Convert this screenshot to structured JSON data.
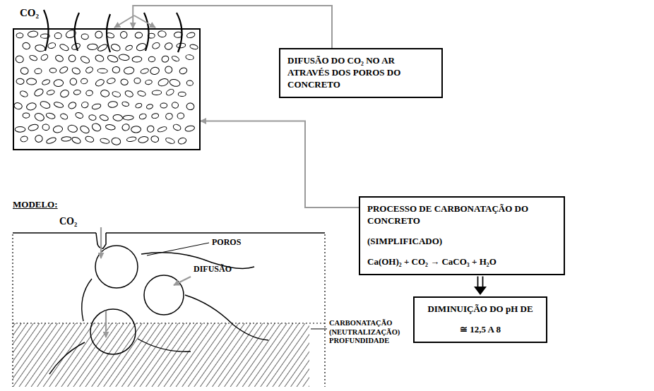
{
  "diagram": {
    "nodes": [
      {
        "text": [
          "CO₂"
        ]
      },
      {
        "text": [
          "DIFUSÃO DO CO₂ NO AR ATRAVÉS DOS POROS DO CONCRETO"
        ]
      },
      {
        "text": [
          "PROCESSO DE CARBONATAÇÃO DO CONCRETO",
          "(SIMPLIFICADO)",
          "Ca(OH)₂ + CO₂ → CaCO₃ + H₂O"
        ]
      },
      {
        "text": [
          "DIMINUIÇÃO DO pH DE",
          "≅ 12,5 A 8"
        ]
      }
    ],
    "edges": [
      {
        "from": 1,
        "to": 0,
        "arrow": "to"
      },
      {
        "from": 2,
        "to": 0,
        "arrow": "to"
      },
      {
        "from": 2,
        "to": 3,
        "arrow": "to"
      }
    ],
    "labels": [
      "MODELO:",
      "CO₂",
      "POROS",
      "DIFUSÃO",
      "CARBONATAÇÃO (NEUTRALIZAÇÃO) PROFUNDIDADE"
    ]
  }
}
